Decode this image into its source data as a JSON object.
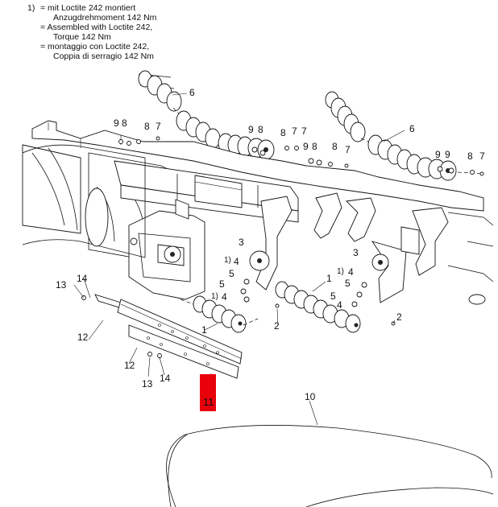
{
  "legend": {
    "marker": "1)",
    "lines": [
      "= mit Loctite 242 montiert",
      "Anzugdrehmoment 142 Nm",
      "= Assembled with Loctite 242,",
      "Torque 142 Nm",
      "= montaggio con Loctite 242,",
      "Coppia di serragio 142 Nm"
    ]
  },
  "callouts": {
    "n1": "1",
    "n2": "2",
    "n3": "3",
    "n4": "4",
    "n5": "5",
    "n6": "6",
    "n7": "7",
    "n8": "8",
    "n9": "9",
    "n10": "10",
    "n11": "11",
    "n12": "12",
    "n13": "13",
    "n14": "14",
    "loctite": "1)"
  },
  "highlight": {
    "label": "11",
    "color": "#e8000b",
    "text_color": "#111111"
  }
}
